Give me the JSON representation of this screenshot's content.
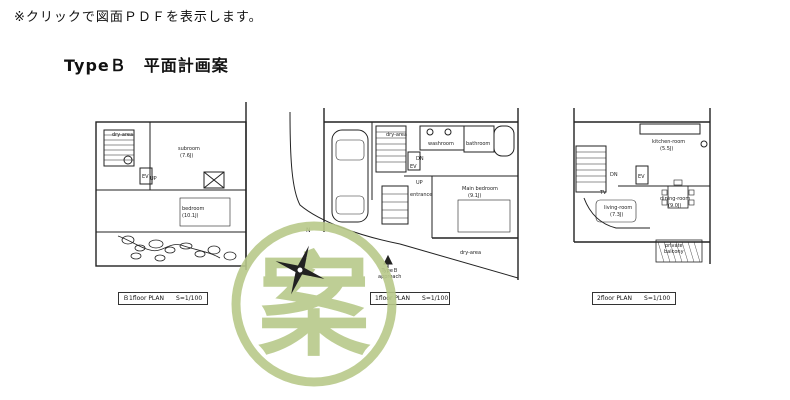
{
  "header": {
    "note": "※クリックで図面ＰＤＦを表示します。",
    "title": "TypeＢ　平面計画案"
  },
  "plans": [
    {
      "caption": "Ｂ1floor PLAN　　S=1/100",
      "rooms": {
        "dry_area": "dry-area",
        "subroom": "subroom",
        "subroom_size": "(7.6J)",
        "bedroom": "bedroom",
        "bedroom_size": "(10.1J)",
        "up": "UP",
        "ev": "EV"
      }
    },
    {
      "caption": "1floor PLAN　　S=1/100",
      "rooms": {
        "dry_area_top": "dry-area",
        "washroom": "washroom",
        "bathroom": "bathroom",
        "dn": "DN",
        "ev": "EV",
        "up": "UP",
        "entrance": "entrance",
        "main_bedroom": "Main bedroom",
        "main_bedroom_size": "(9.1J)",
        "dry_area_bottom": "dry-area",
        "approach": "TypeＢ\napproach",
        "north": "N"
      }
    },
    {
      "caption": "2floor PLAN　　S=1/100",
      "rooms": {
        "kitchen_room": "kitchen-room",
        "kitchen_size": "(5.5J)",
        "living_room": "living-room",
        "living_size": "(7.3J)",
        "dining_room": "dining-room",
        "dining_size": "(9.0J)",
        "tv": "TV",
        "dn": "DN",
        "ev": "EV",
        "private_balcony": "private\nbalcony"
      }
    }
  ],
  "seal": {
    "character": "案",
    "color": "#b8c98a"
  }
}
